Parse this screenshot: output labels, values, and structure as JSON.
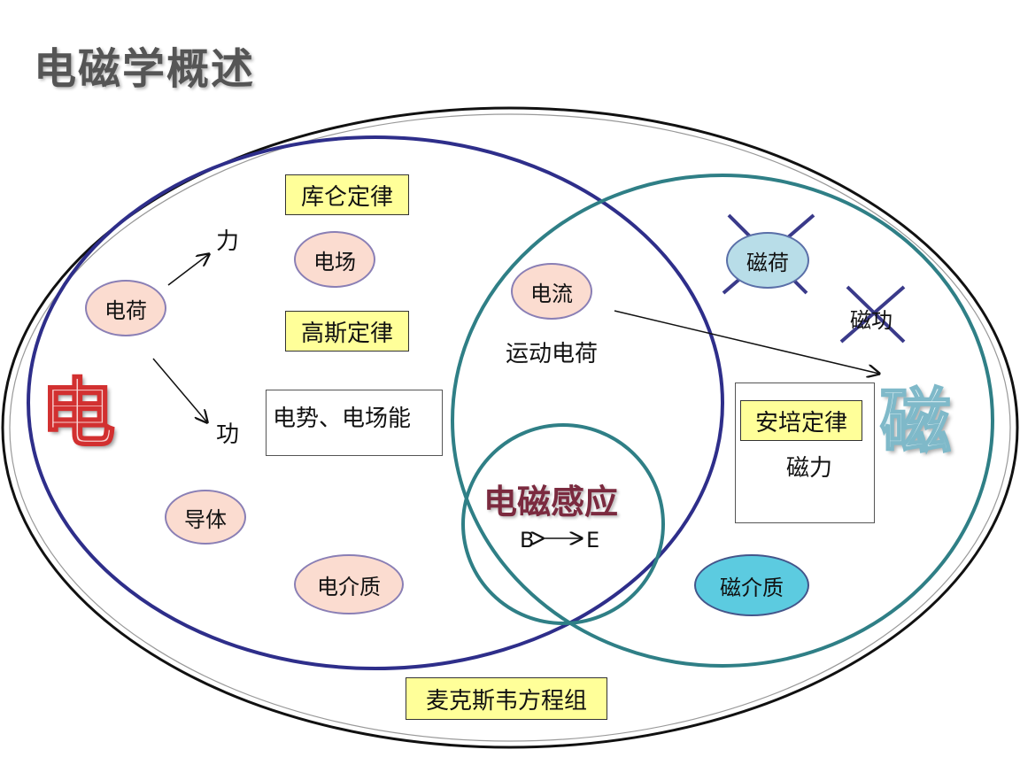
{
  "title": "电磁学概述",
  "electric": {
    "big_label": "电",
    "charge": "电荷",
    "force": "力",
    "work": "功",
    "field": "电场",
    "coulomb_law": "库仑定律",
    "gauss_law": "高斯定律",
    "potential": "电势、电场能",
    "conductor": "导体",
    "dielectric": "电介质"
  },
  "overlap": {
    "current": "电流",
    "moving_charge": "运动电荷",
    "induction": "电磁感应",
    "be_left": "B",
    "be_right": "E"
  },
  "magnetic": {
    "big_label": "磁",
    "magnetic_charge": "磁荷",
    "magnetic_work": "磁功",
    "ampere_law": "安培定律",
    "magnetic_force": "磁力",
    "magnetic_medium": "磁介质"
  },
  "maxwell": "麦克斯韦方程组",
  "colors": {
    "electric_circle": "#2e2e8a",
    "magnetic_circle": "#2f7f86",
    "cross": "#3a3a8a",
    "highlight_box": "#ffff99"
  }
}
